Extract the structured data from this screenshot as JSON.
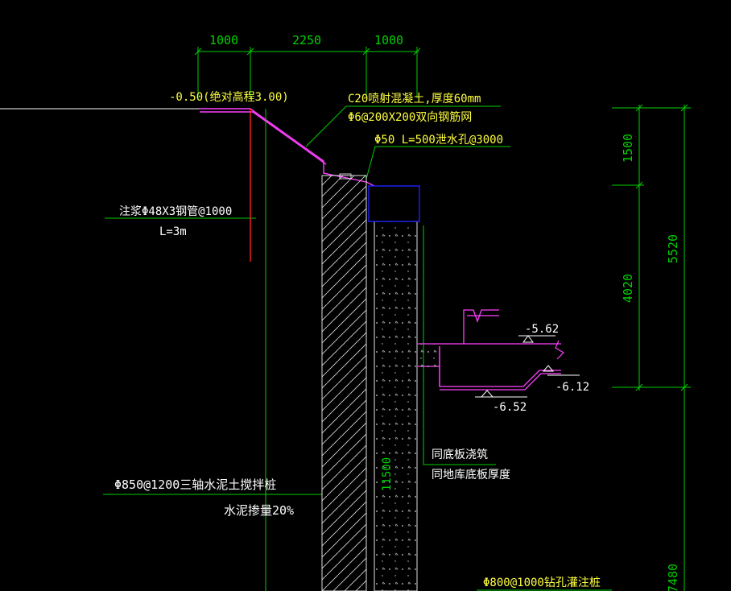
{
  "colors": {
    "background": "#000000",
    "dimension": "#00d000",
    "annotation_white": "#ffffff",
    "annotation_yellow": "#ffff40",
    "slab_magenta": "#ff40ff",
    "pile_red": "#ff2020",
    "cap_blue": "#2020ff",
    "hatch_white": "#e0e0e0"
  },
  "dims_top": [
    "1000",
    "2250",
    "1000"
  ],
  "dims_right": {
    "upper": "1500",
    "middle": "4020",
    "total": "5520",
    "bottom": "7480"
  },
  "elevations": {
    "ground": "-0.50(绝对高程3.00)",
    "slab_top": "-5.62",
    "slab_right": "-6.12",
    "slab_bottom": "-6.52"
  },
  "notes": {
    "shotcrete_1": "C20喷射混凝土,厚度60mm",
    "shotcrete_2": "Φ6@200X200双向钢筋网",
    "drain_hole": "Φ50 L=500泄水孔@3000",
    "grout_pipe_1": "注浆Φ48X3钢管@1000",
    "grout_pipe_2": "L=3m",
    "smw_pile_1": "Φ850@1200三轴水泥土搅拌桩",
    "smw_pile_2": "水泥掺量20%",
    "pile_length": "11500",
    "slab_note_1": "同底板浇筑",
    "slab_note_2": "同地库底板厚度",
    "bored_pile": "Φ800@1000钻孔灌注桩"
  },
  "icons": [
    "elevation-marker-icon",
    "break-line-icon"
  ]
}
